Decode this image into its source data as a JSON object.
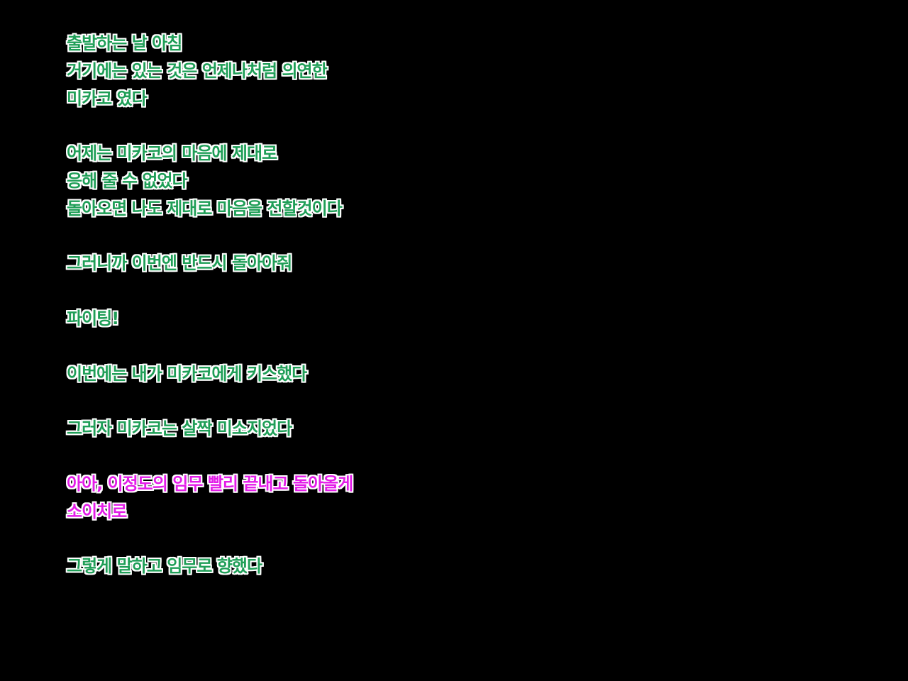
{
  "colors": {
    "background": "#000000",
    "narration_text": "#1f9e57",
    "dialogue_text": "#e31ce8",
    "outline": "#ffffff"
  },
  "lines": {
    "l1": "출발하는 날 아침",
    "l2": "거기에는 있는 것은 언제나처럼 의연한",
    "l3": "미카코 였다",
    "l5": "어제는 미카코의 마음에 제대로",
    "l6": "응해 줄 수 없었다",
    "l7": "돌아오면 나도 제대로 마음을 전할것이다",
    "l9": "그러니까 이번엔 반드시 돌아아줘",
    "l11": "파이팅!",
    "l13": "이번에는 내가 미카코에게 키스했다",
    "l15": "그러자 미카코는 살짝 미소지었다",
    "l17": "아아, 이정도의 임무 빨리 끝내고 돌아올게",
    "l18": "소이치로",
    "l20": "그렇게 말하고 임무로 향했다"
  }
}
